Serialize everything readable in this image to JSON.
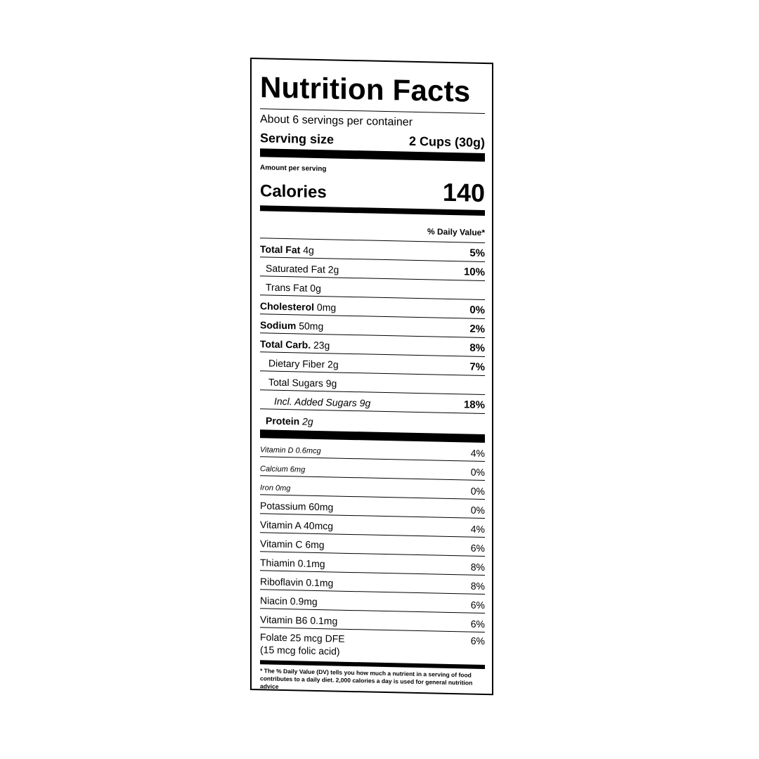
{
  "label": {
    "title": "Nutrition Facts",
    "servings_per_container": "About 6 servings per container",
    "serving_size_label": "Serving size",
    "serving_size_value": "2 Cups (30g)",
    "amount_per_serving": "Amount per serving",
    "calories_label": "Calories",
    "calories_value": "140",
    "daily_value_header": "% Daily Value*",
    "nutrients": [
      {
        "name": "Total Fat",
        "amount": "4g",
        "pct": "5%"
      },
      {
        "name": "Saturated Fat",
        "amount": "2g",
        "pct": "10%"
      },
      {
        "name": "Trans Fat",
        "amount": "0g",
        "pct": ""
      },
      {
        "name": "Cholesterol",
        "amount": "0mg",
        "pct": "0%"
      },
      {
        "name": "Sodium",
        "amount": "50mg",
        "pct": "2%"
      },
      {
        "name": "Total Carb.",
        "amount": "23g",
        "pct": "8%"
      },
      {
        "name": "Dietary Fiber",
        "amount": "2g",
        "pct": "7%"
      },
      {
        "name": "Total Sugars",
        "amount": "9g",
        "pct": ""
      },
      {
        "name": "Incl. Added Sugars",
        "amount": "9g",
        "pct": "18%"
      },
      {
        "name": "Protein",
        "amount": "2g",
        "pct": ""
      }
    ],
    "vitamins": [
      {
        "name": "Vitamin D 0.6mcg",
        "pct": "4%"
      },
      {
        "name": "Calcium 6mg",
        "pct": "0%"
      },
      {
        "name": "Iron 0mg",
        "pct": "0%"
      },
      {
        "name": "Potassium 60mg",
        "pct": "0%"
      },
      {
        "name": "Vitamin A 40mcg",
        "pct": "4%"
      },
      {
        "name": "Vitamin C 6mg",
        "pct": "6%"
      },
      {
        "name": "Thiamin 0.1mg",
        "pct": "8%"
      },
      {
        "name": "Riboflavin 0.1mg",
        "pct": "8%"
      },
      {
        "name": "Niacin 0.9mg",
        "pct": "6%"
      },
      {
        "name": "Vitamin B6 0.1mg",
        "pct": "6%"
      }
    ],
    "folate_line1": "Folate 25 mcg DFE",
    "folate_line2": "(15 mcg folic acid)",
    "folate_pct": "6%",
    "footnote": "* The % Daily Value (DV) tells you how much a nutrient in a serving of food contributes to a daily diet. 2,000 calories a day is used for general nutrition advice"
  }
}
